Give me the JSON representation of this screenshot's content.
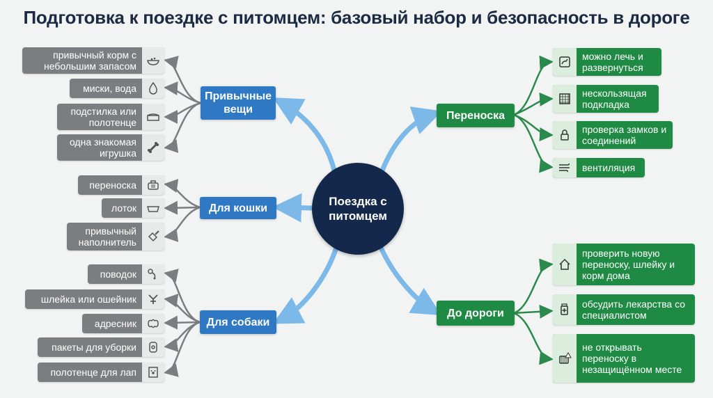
{
  "title": "Подготовка к поездке с питомцем: базовый набор и безопасность в дороге",
  "hub": "Поездка с питомцем",
  "categories": {
    "habit": "Привычные вещи",
    "cat": "Для кошки",
    "dog": "Для собаки",
    "carrier": "Переноска",
    "before": "До дороги"
  },
  "items": {
    "habit": [
      "привычный корм с небольшим запасом",
      "миски, вода",
      "подстилка или полотенце",
      "одна знакомая игрушка"
    ],
    "cat": [
      "переноска",
      "лоток",
      "привычный наполнитель"
    ],
    "dog": [
      "поводок",
      "шлейка или ошейник",
      "адресник",
      "пакеты для уборки",
      "полотенце для лап"
    ],
    "carrier": [
      "можно лечь и развернуться",
      "нескользящая подкладка",
      "проверка замков и соединений",
      "вентиляция"
    ],
    "before": [
      "проверить новую переноску, шлейку и корм дома",
      "обсудить лекарства со специалистом",
      "не открывать переноску в незащищённом месте"
    ]
  },
  "icons": {
    "habit": [
      "food-bowl-icon",
      "water-drop-icon",
      "bed-icon",
      "bone-icon"
    ],
    "cat": [
      "carrier-icon",
      "litter-box-icon",
      "scoop-icon"
    ],
    "dog": [
      "leash-icon",
      "harness-icon",
      "tag-icon",
      "bag-roll-icon",
      "towel-icon"
    ],
    "carrier": [
      "pet-lying-icon",
      "mat-icon",
      "lock-icon",
      "air-flow-icon"
    ],
    "before": [
      "house-icon",
      "medicine-icon",
      "cage-warning-icon"
    ]
  },
  "colors": {
    "title": "#1c2b43",
    "hub": "#13284a",
    "blue": "#2f78c4",
    "green": "#1f8a43",
    "gray": "#7b7e80",
    "arrow_blue": "#7cb9e8"
  }
}
